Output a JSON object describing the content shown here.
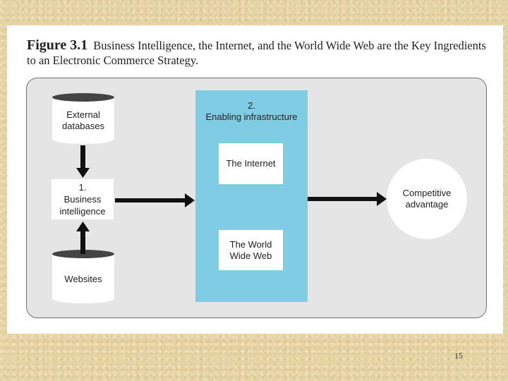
{
  "figure": {
    "label": "Figure 3.1",
    "caption": "Business Intelligence, the Internet, and the World Wide Web are the Key Ingredients to an Electronic Commerce Strategy."
  },
  "nodes": {
    "external_databases": "External\ndatabases",
    "business_intelligence": "1.\nBusiness\nintelligence",
    "websites": "Websites",
    "enabling_infrastructure": "2.\nEnabling infrastructure",
    "the_internet": "The Internet",
    "world_wide_web": "The World\nWide Web",
    "competitive_advantage": "Competitive\nadvantage"
  },
  "colors": {
    "infrastructure_fill": "#7ecde4",
    "panel_fill": "#e5e5e5",
    "arrow": "#111111"
  },
  "page_number": "15"
}
